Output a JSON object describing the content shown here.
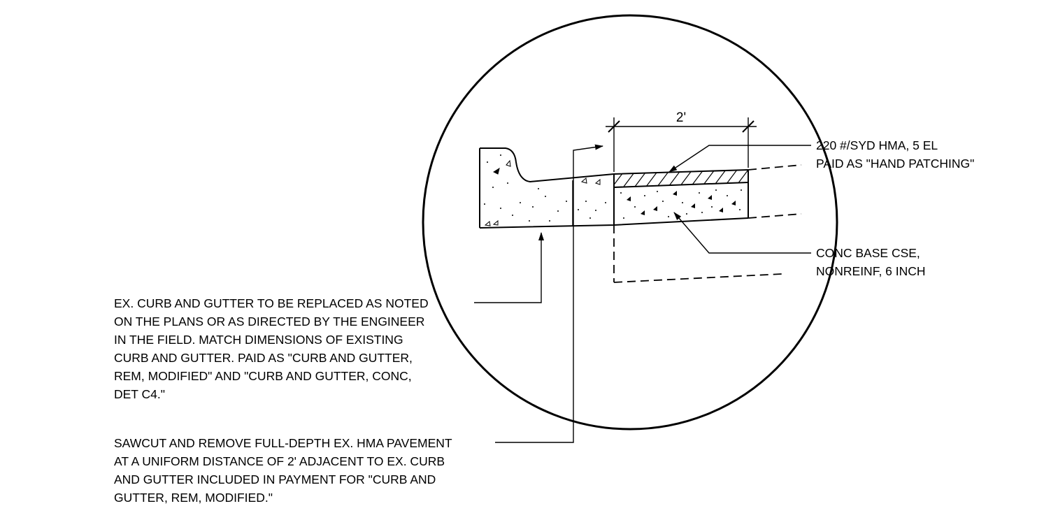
{
  "dimension": {
    "label": "2'"
  },
  "notes": {
    "hma": {
      "lines": [
        "220 #/SYD HMA, 5 EL",
        "PAID AS \"HAND PATCHING\""
      ]
    },
    "conc_base": {
      "lines": [
        "CONC BASE CSE,",
        "NONREINF, 6 INCH"
      ]
    },
    "curb_gutter": {
      "lines": [
        "EX. CURB AND GUTTER TO BE REPLACED AS NOTED",
        "ON THE PLANS OR AS DIRECTED BY THE ENGINEER",
        "IN THE FIELD.  MATCH DIMENSIONS OF EXISTING",
        "CURB AND GUTTER. PAID AS \"CURB AND GUTTER,",
        "REM, MODIFIED\" AND \"CURB AND GUTTER, CONC,",
        "DET C4.\""
      ]
    },
    "sawcut": {
      "lines": [
        "SAWCUT AND REMOVE FULL-DEPTH EX. HMA PAVEMENT",
        "AT A UNIFORM DISTANCE OF 2' ADJACENT TO EX. CURB",
        "AND GUTTER INCLUDED IN PAYMENT FOR \"CURB AND",
        "GUTTER, REM, MODIFIED.\""
      ]
    }
  }
}
